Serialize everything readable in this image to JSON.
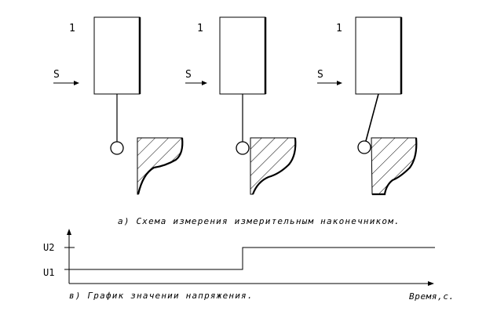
{
  "scheme": {
    "panels": [
      {
        "number_label": "1",
        "feed_label": "S"
      },
      {
        "number_label": "1",
        "feed_label": "S"
      },
      {
        "number_label": "1",
        "feed_label": "S"
      }
    ],
    "caption": "а) Схема измерения измерительным наконечником."
  },
  "voltage_graph": {
    "level_high_label": "U2",
    "level_low_label": "U1",
    "caption": "в) График значении напряжения.",
    "time_axis_label": "Время,с."
  },
  "colors": {
    "ink": "#000000",
    "background": "#ffffff"
  }
}
